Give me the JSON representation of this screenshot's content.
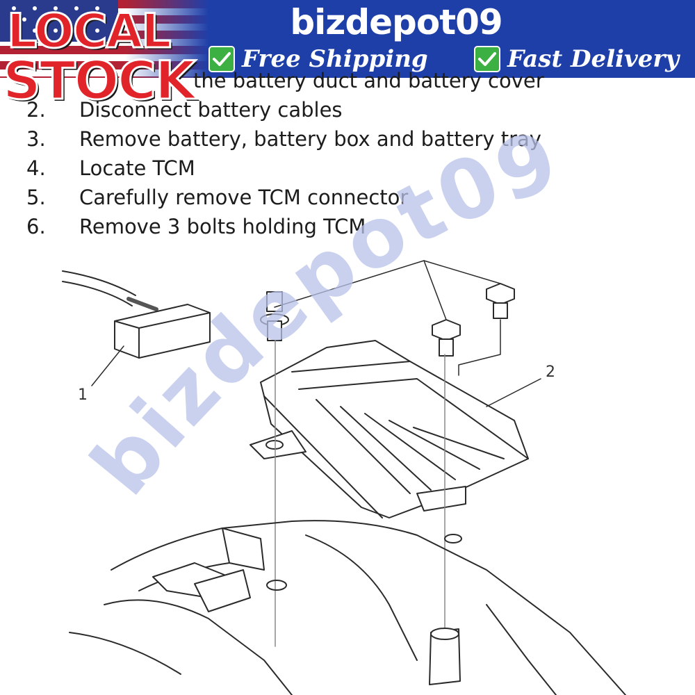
{
  "banner": {
    "title": "bizdepot09",
    "badges": [
      {
        "icon": "check-icon",
        "label": "Free Shipping"
      },
      {
        "icon": "check-icon",
        "label": "Fast Delivery"
      }
    ],
    "stock_badge": {
      "line1": "LOCAL",
      "line2": "STOCK"
    },
    "colors": {
      "banner_bg": "#1f3fa8",
      "badge_check": "#3cb043",
      "stock_red": "#e1232a"
    }
  },
  "instructions": {
    "steps": [
      {
        "num": "",
        "text": "the battery duct and battery cover"
      },
      {
        "num": "2.",
        "text": "Disconnect battery cables"
      },
      {
        "num": "3.",
        "text": "Remove battery, battery box and battery tray"
      },
      {
        "num": "4.",
        "text": "Locate TCM"
      },
      {
        "num": "5.",
        "text": "Carefully remove TCM connector"
      },
      {
        "num": "6.",
        "text": "Remove 3 bolts holding TCM"
      }
    ]
  },
  "diagram": {
    "callouts": [
      {
        "label": "1"
      },
      {
        "label": "2"
      }
    ]
  },
  "watermark": {
    "text": "bizdepot09",
    "color": "#b8c2ea"
  }
}
